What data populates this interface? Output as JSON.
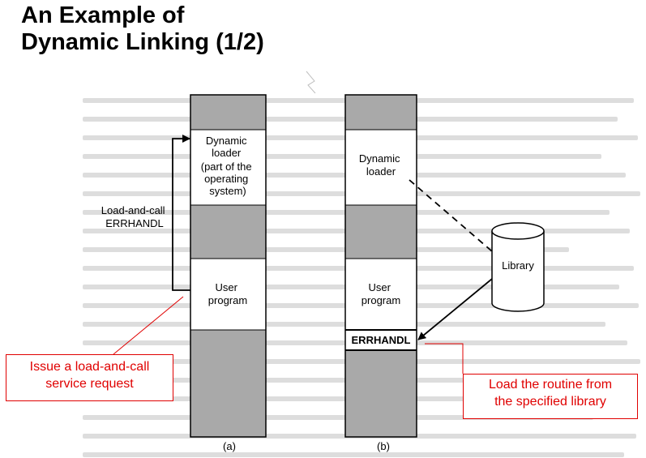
{
  "title": {
    "line1": "An Example of",
    "line2": "Dynamic Linking (1/2)"
  },
  "diagram_a": {
    "loader_lines": [
      "Dynamic",
      "loader",
      "(part of the",
      "operating",
      "system)"
    ],
    "program_lines": [
      "User",
      "program"
    ],
    "arrow_label_lines": [
      "Load-and-call",
      "ERRHANDL"
    ],
    "caption": "(a)"
  },
  "diagram_b": {
    "loader_lines": [
      "Dynamic",
      "loader"
    ],
    "program_lines": [
      "User",
      "program"
    ],
    "routine_label": "ERRHANDL",
    "library_label": "Library",
    "caption": "(b)"
  },
  "callouts": {
    "left": {
      "lines": [
        "Issue a load-and-call",
        "service request"
      ]
    },
    "right": {
      "lines": [
        "Load the routine from",
        "the specified library"
      ]
    }
  },
  "colors": {
    "shaded_block": "#a9a9a9",
    "callout_border": "#e00000",
    "callout_text": "#e00000"
  }
}
